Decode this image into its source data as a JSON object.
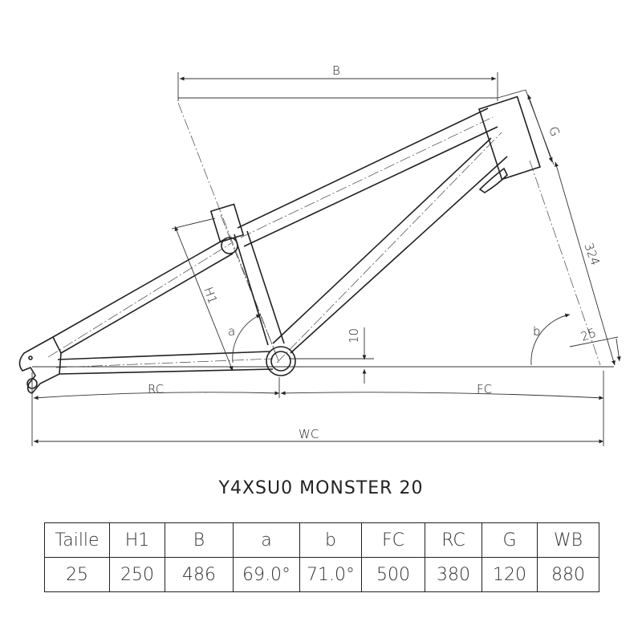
{
  "diagram": {
    "labels": {
      "B": "B",
      "G": "G",
      "seat_tube_length": "324",
      "H1": "H1",
      "a": "a",
      "b": "b",
      "bb_drop": "10",
      "top_offset": "25",
      "RC": "RC",
      "FC": "FC",
      "WC": "WC"
    }
  },
  "title": "Y4XSU0 MONSTER 20",
  "table": {
    "headers": [
      "Taille",
      "H1",
      "B",
      "a",
      "b",
      "FC",
      "RC",
      "G",
      "WB"
    ],
    "values": [
      "25",
      "250",
      "486",
      "69.0°",
      "71.0°",
      "500",
      "380",
      "120",
      "880"
    ]
  }
}
